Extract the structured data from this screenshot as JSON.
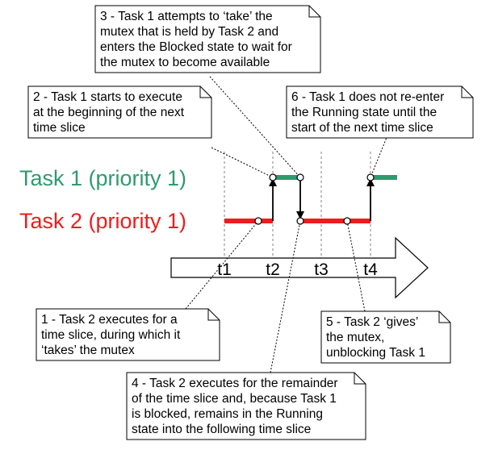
{
  "colors": {
    "task1": "#2e9a6e",
    "task2": "#ee1c1c",
    "outline": "#000000",
    "guide": "#808080"
  },
  "task_labels": {
    "task1": "Task 1 (priority 1)",
    "task2": "Task 2 (priority 1)"
  },
  "time_ticks": [
    "t1",
    "t2",
    "t3",
    "t4"
  ],
  "notes": [
    {
      "id": "note-1",
      "lines": [
        "1 - Task 2 executes for a",
        "time slice, during which it",
        "‘takes’ the mutex"
      ]
    },
    {
      "id": "note-2",
      "lines": [
        "2 - Task 1 starts to execute",
        "at the beginning of the next",
        "time slice"
      ]
    },
    {
      "id": "note-3",
      "lines": [
        "3 - Task 1 attempts to ‘take’ the",
        "mutex that is held by Task 2 and",
        "enters the Blocked state to wait for",
        "the mutex to become available"
      ]
    },
    {
      "id": "note-4",
      "lines": [
        "4 - Task 2 executes for the remainder",
        "of the time slice and, because Task 1",
        "is blocked, remains in the Running",
        "state into the following time slice"
      ]
    },
    {
      "id": "note-5",
      "lines": [
        "5 - Task 2 ‘gives’",
        "the mutex,",
        "unblocking Task 1"
      ]
    },
    {
      "id": "note-6",
      "lines": [
        "6 - Task 1 does not re-enter",
        "the Running state until the",
        "start of the next time slice"
      ]
    }
  ]
}
